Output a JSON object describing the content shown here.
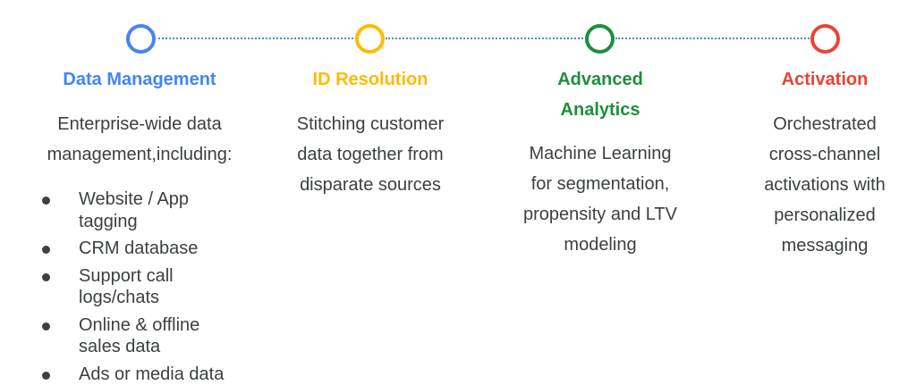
{
  "stages": [
    {
      "key": "data-management",
      "title": "Data Management",
      "color": "#4285f4",
      "description_lines": [
        "Enterprise-wide data",
        "management,including:"
      ],
      "bullets": [
        [
          "Website / App",
          "tagging"
        ],
        [
          "CRM database"
        ],
        [
          "Support call",
          "logs/chats"
        ],
        [
          "Online & offline",
          "sales data"
        ],
        [
          "Ads or media data"
        ]
      ]
    },
    {
      "key": "id-resolution",
      "title": "ID Resolution",
      "color": "#fbbc04",
      "description_lines": [
        "Stitching customer",
        "data together from",
        "disparate sources"
      ]
    },
    {
      "key": "advanced-analytics",
      "title_lines": [
        "Advanced",
        "Analytics"
      ],
      "color": "#1e8e3e",
      "description_lines": [
        "Machine Learning",
        "for segmentation,",
        "propensity and LTV",
        "modeling"
      ]
    },
    {
      "key": "activation",
      "title": "Activation",
      "color": "#ea4335",
      "description_lines": [
        "Orchestrated",
        "cross-channel",
        "activations with",
        "personalized",
        "messaging"
      ]
    }
  ],
  "connector_color": "#4a90c8"
}
